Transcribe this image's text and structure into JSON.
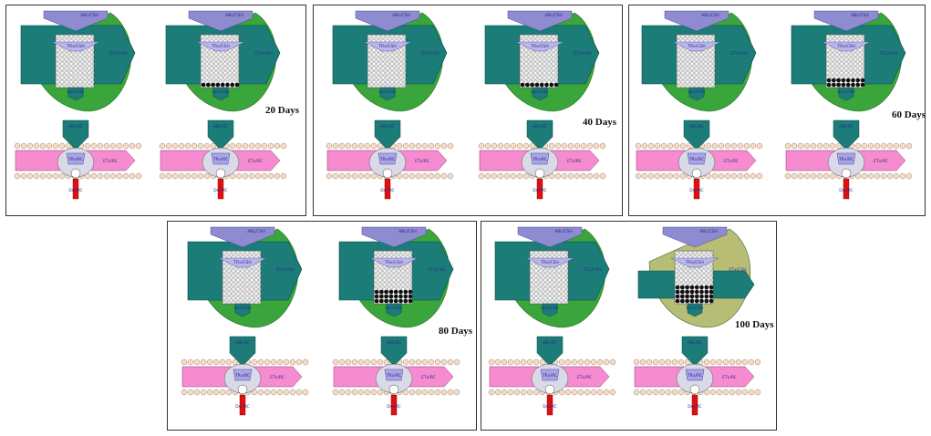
{
  "labels": {
    "top_plate": "ABL/CSH",
    "inner_plate": "TRx/CSH",
    "side_plate": "ETx/CSH",
    "bottom_plate": "Dxr/CSH",
    "top_rc": "ABL/RC",
    "inner_rc": "TRx/RC",
    "side_rc": "ETx/RC",
    "bottom_rc": "Drx/RC"
  },
  "panels": [
    {
      "day_label": "20 Days",
      "stages": [
        {
          "dots": 0,
          "lighten": false
        },
        {
          "dots": 1,
          "lighten": false
        }
      ]
    },
    {
      "day_label": "40 Days",
      "stages": [
        {
          "dots": 0,
          "lighten": false
        },
        {
          "dots": 1,
          "lighten": false
        }
      ]
    },
    {
      "day_label": "60 Days",
      "stages": [
        {
          "dots": 0,
          "lighten": false
        },
        {
          "dots": 2,
          "lighten": false
        }
      ]
    },
    {
      "day_label": "80 Days",
      "stages": [
        {
          "dots": 0,
          "lighten": false
        },
        {
          "dots": 3,
          "lighten": false
        }
      ]
    },
    {
      "day_label": "100 Days",
      "stages": [
        {
          "dots": 0,
          "lighten": false
        },
        {
          "dots": 4,
          "lighten": true
        }
      ]
    }
  ],
  "colors": {
    "teal": "#1b7c78",
    "leaf": "#3aa53a",
    "leaf_faded": "#b7bd74",
    "lavender": "#8e8bd0",
    "pink": "#f78bd0",
    "red": "#e01010",
    "bead": "#f5dcc8"
  }
}
